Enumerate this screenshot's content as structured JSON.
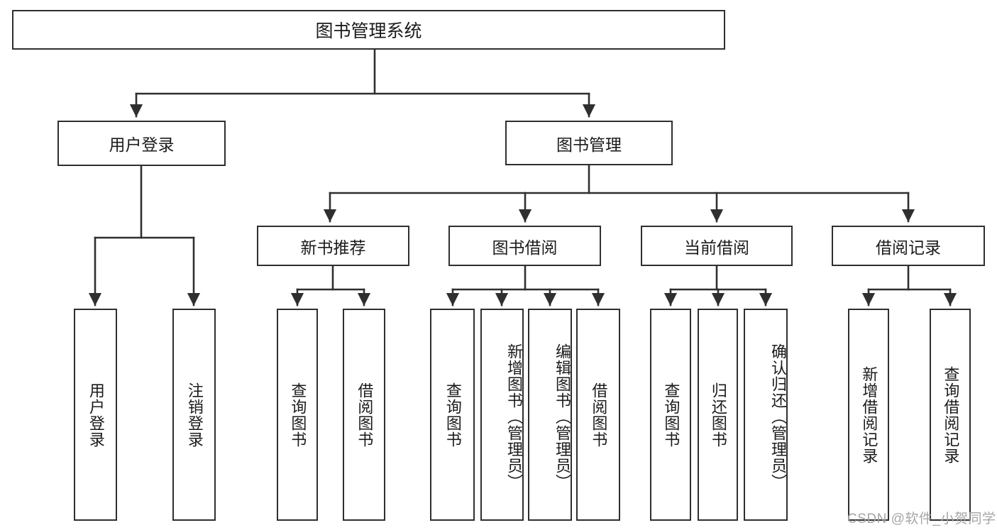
{
  "diagram": {
    "title": "图书管理系统",
    "type": "tree",
    "colors": {
      "background": "#ffffff",
      "stroke": "#2f2f2f",
      "text": "#1b1b1b",
      "watermark": "#a6a6a6"
    },
    "root": {
      "label": "图书管理系统"
    },
    "level2": [
      {
        "label": "用户登录"
      },
      {
        "label": "图书管理"
      }
    ],
    "level3": [
      {
        "label": "新书推荐"
      },
      {
        "label": "图书借阅"
      },
      {
        "label": "当前借阅"
      },
      {
        "label": "借阅记录"
      }
    ],
    "leaves": {
      "user_login": [
        {
          "label": "用户登录"
        },
        {
          "label": "注销登录"
        }
      ],
      "new_book": [
        {
          "label": "查询图书"
        },
        {
          "label": "借阅图书"
        }
      ],
      "borrow_book": [
        {
          "label": "查询图书"
        },
        {
          "label": "新增图书（管理员）"
        },
        {
          "label": "编辑图书（管理员）"
        },
        {
          "label": "借阅图书"
        }
      ],
      "current_borrow": [
        {
          "label": "查询图书"
        },
        {
          "label": "归还图书"
        },
        {
          "label": "确认归还（管理员）"
        }
      ],
      "borrow_record": [
        {
          "label": "新增借阅记录"
        },
        {
          "label": "查询借阅记录"
        }
      ]
    }
  },
  "watermark": {
    "text": "CSDN @软件_小贺同学"
  }
}
